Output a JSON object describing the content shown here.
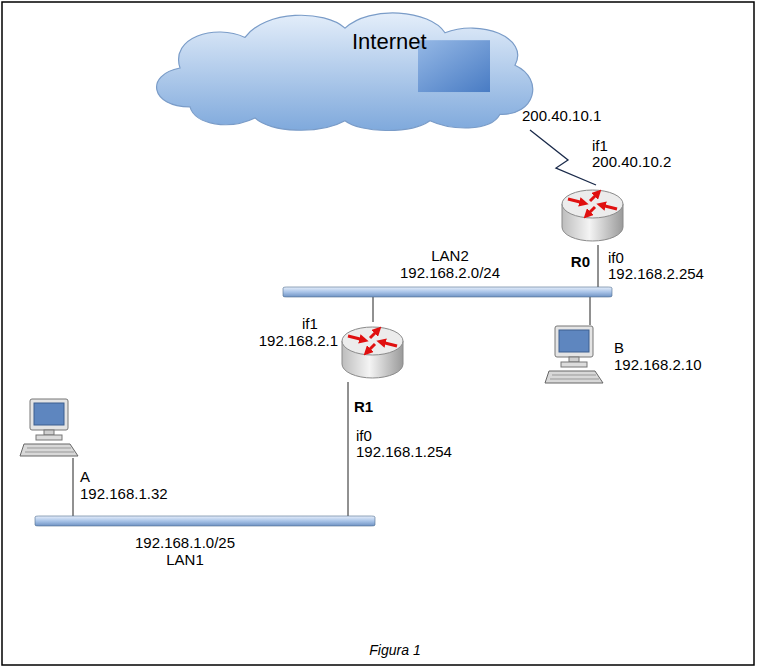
{
  "diagram": {
    "caption": "Figura 1",
    "nodes": [
      {
        "text": [
          "Internet"
        ]
      },
      {
        "text": [
          "R0"
        ]
      },
      {
        "text": [
          "LAN2 192.168.2.0/24"
        ]
      },
      {
        "text": [
          "R1"
        ]
      },
      {
        "text": [
          "B 192.168.2.10"
        ]
      },
      {
        "text": [
          "A 192.168.1.32"
        ]
      },
      {
        "text": [
          "192.168.1.0/25 LAN1"
        ]
      }
    ],
    "edges": [
      {
        "from": 0,
        "to": 1,
        "arrow": "none"
      },
      {
        "from": 1,
        "to": 2,
        "arrow": "none"
      },
      {
        "from": 2,
        "to": 3,
        "arrow": "none"
      },
      {
        "from": 2,
        "to": 4,
        "arrow": "none"
      },
      {
        "from": 3,
        "to": 6,
        "arrow": "none"
      },
      {
        "from": 5,
        "to": 6,
        "arrow": "none"
      }
    ],
    "labels": [
      "200.40.10.1",
      "if1",
      "200.40.10.2",
      "if0",
      "192.168.2.254",
      "if1",
      "192.168.2.1",
      "if0",
      "192.168.1.254"
    ]
  }
}
